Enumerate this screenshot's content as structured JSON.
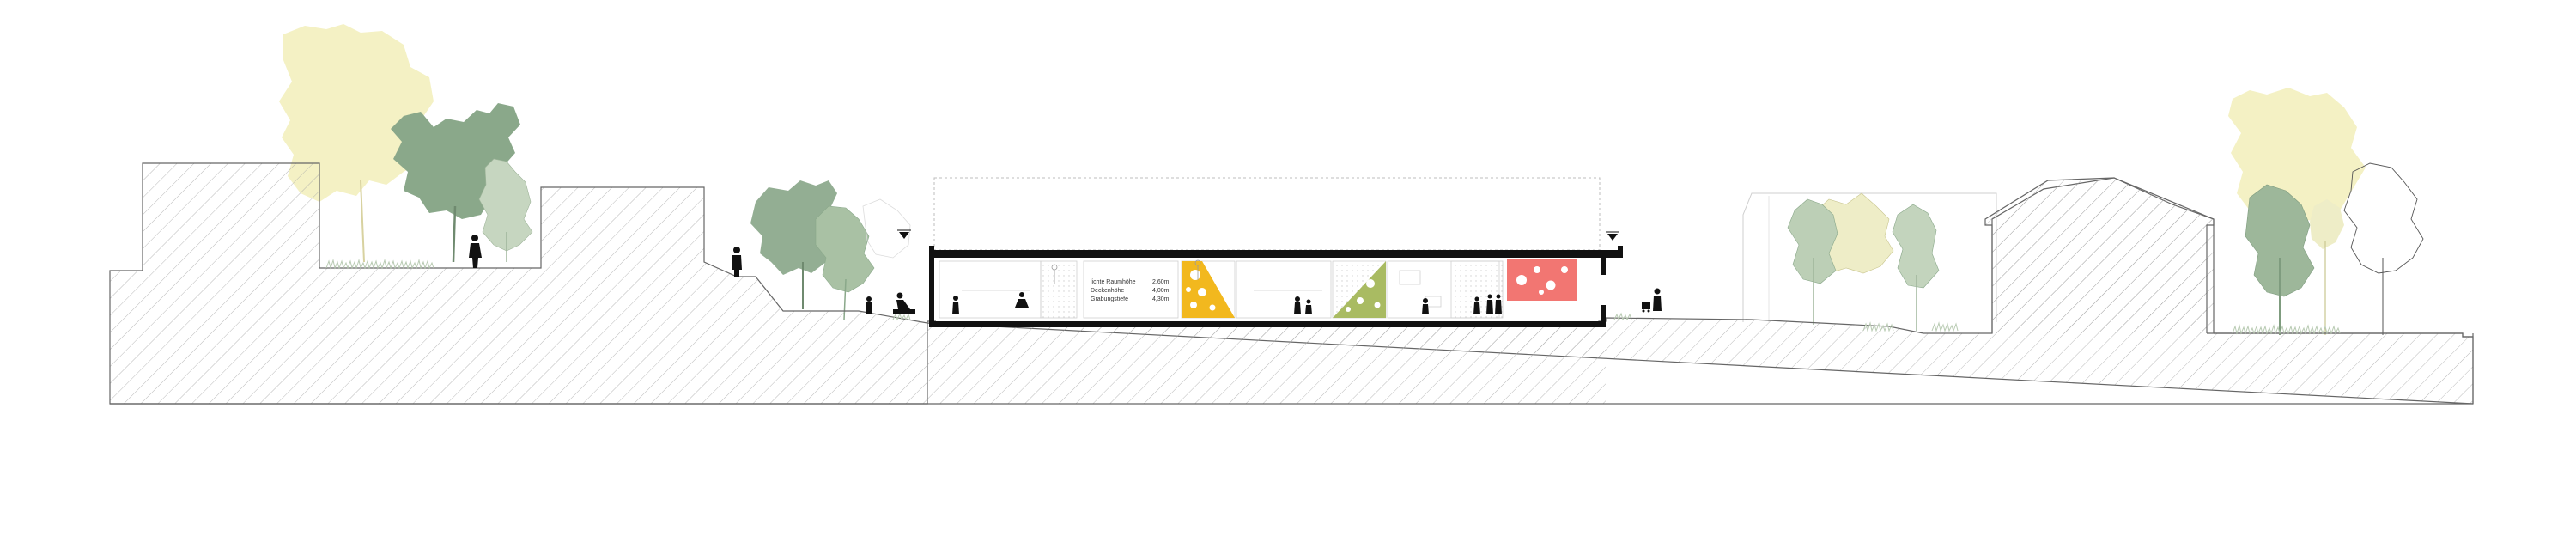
{
  "drawing": {
    "type": "architectural site section",
    "colors": {
      "hatch": "#9a9a9a",
      "outline": "#555555",
      "slab": "#111111",
      "tree_green": "#8aa88a",
      "tree_green_light": "#b3c9a8",
      "tree_yellow": "#f2efbf",
      "accent_yellow": "#f2b81e",
      "accent_olive": "#a9bb62",
      "accent_red": "#f27672",
      "figure": "#111111"
    },
    "interior_labels": {
      "row1_label": "lichte Raumhöhe",
      "row1_value": "2,60m",
      "row2_label": "Deckenhöhe",
      "row2_value": "4,00m",
      "row3_label": "Grabungstiefe",
      "row3_value": "4,30m"
    }
  }
}
